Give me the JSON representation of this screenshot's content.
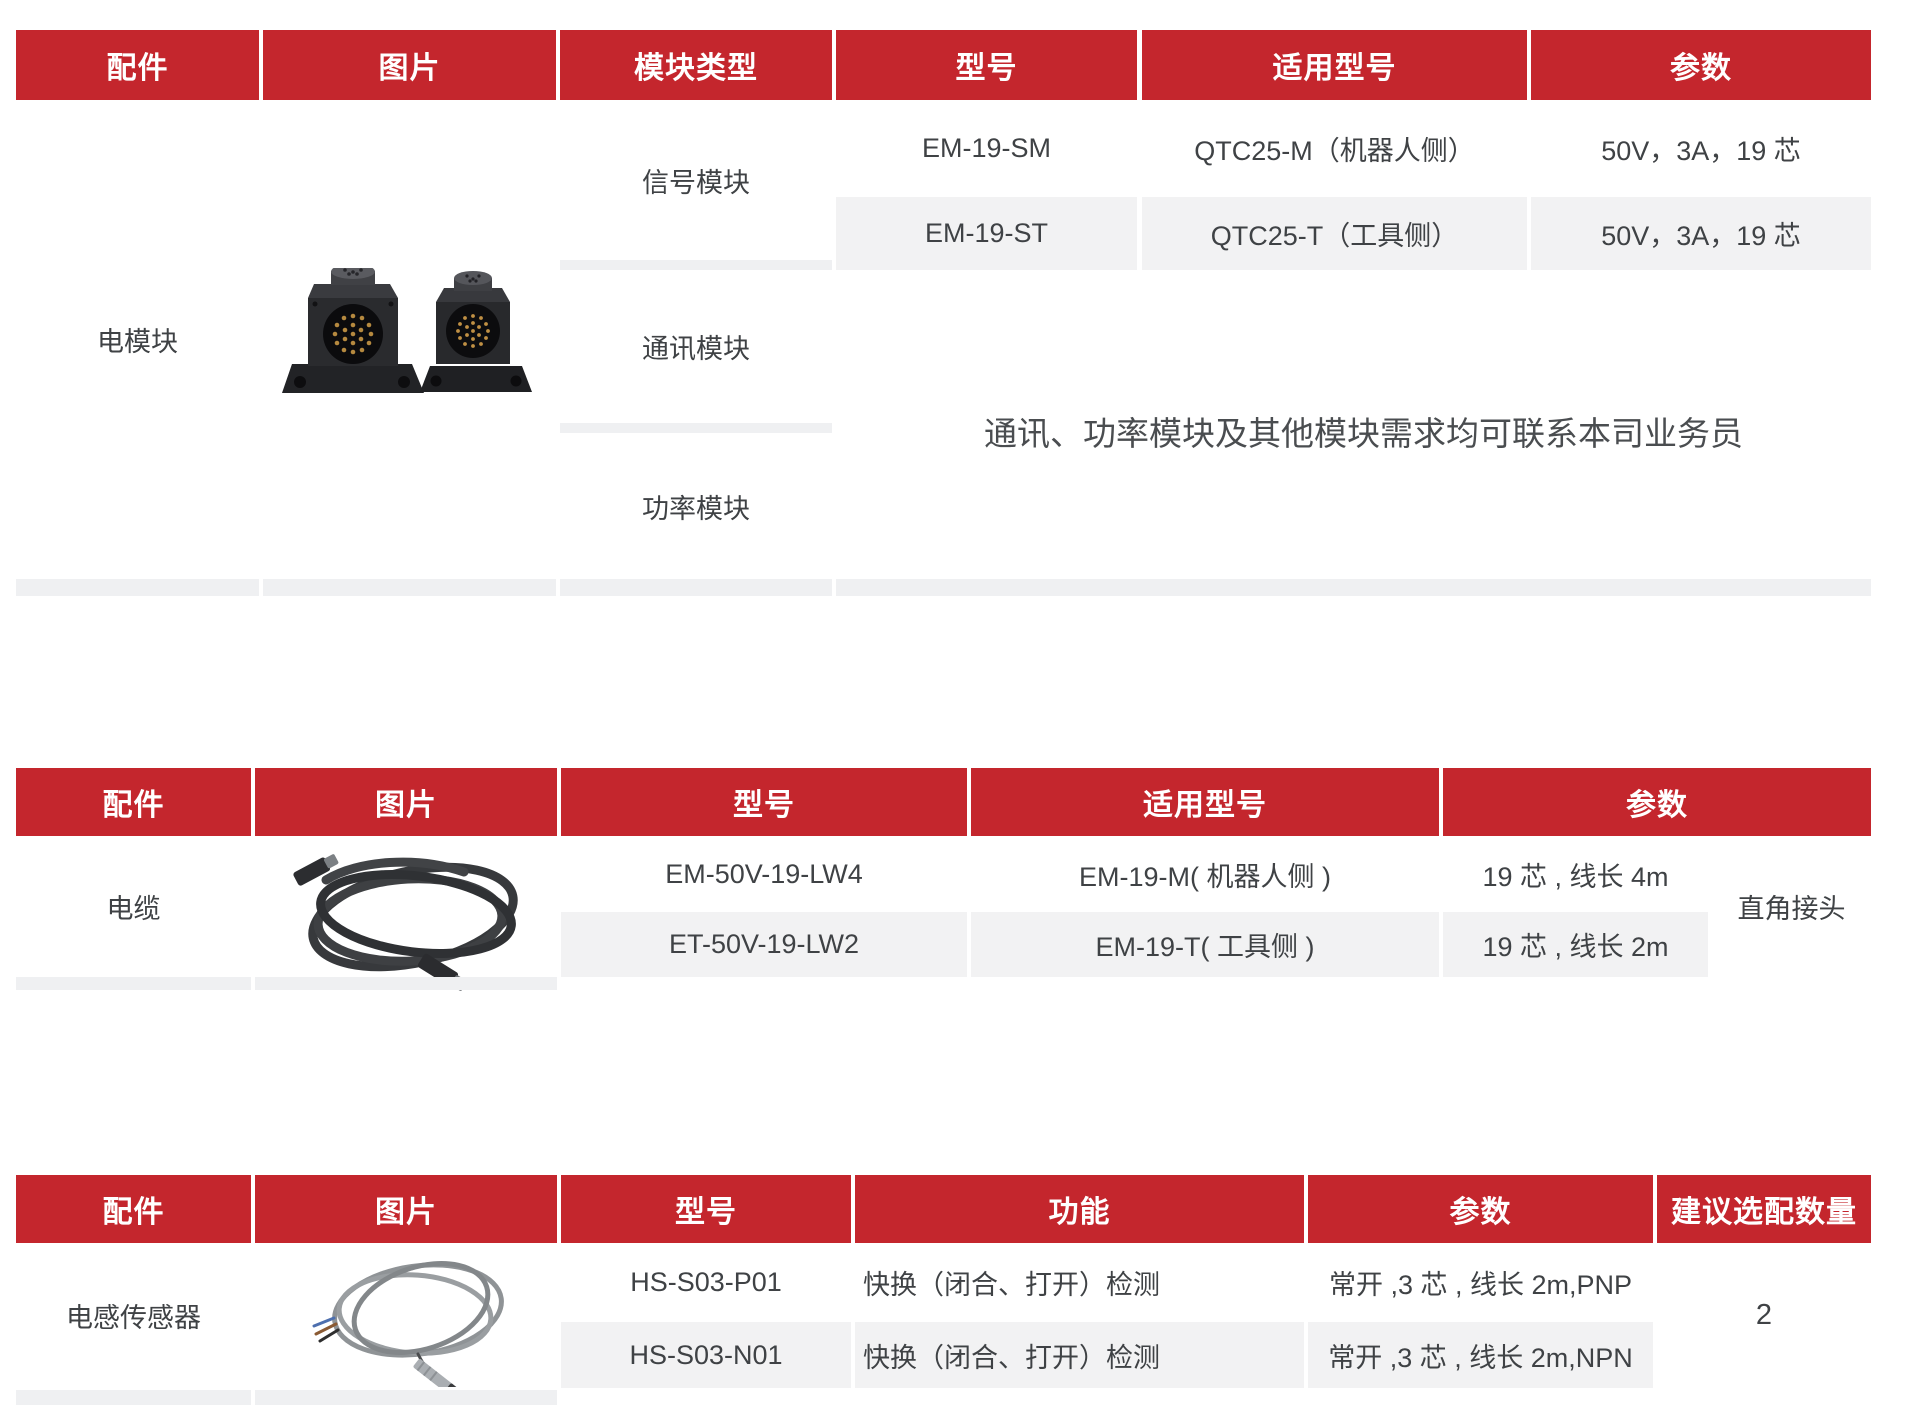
{
  "colors": {
    "header_bg": "#c4262d",
    "header_text": "#ffffff",
    "alt_row_bg": "#f2f2f3",
    "strip_bg": "#eff0f2",
    "body_text": "#3f4245"
  },
  "table1": {
    "headers": [
      "配件",
      "图片",
      "模块类型",
      "型号",
      "适用型号",
      "参数"
    ],
    "accessory": "电模块",
    "image_name": "electric-module-photo",
    "module_types": [
      "信号模块",
      "通讯模块",
      "功率模块"
    ],
    "rows": [
      {
        "model": "EM-19-SM",
        "applicable": "QTC25-M（机器人侧）",
        "params": "50V，3A，19 芯"
      },
      {
        "model": "EM-19-ST",
        "applicable": "QTC25-T（工具侧）",
        "params": "50V，3A，19 芯"
      }
    ],
    "notice": "通讯、功率模块及其他模块需求均可联系本司业务员"
  },
  "table2": {
    "headers": [
      "配件",
      "图片",
      "型号",
      "适用型号",
      "参数"
    ],
    "accessory": "电缆",
    "image_name": "cable-photo",
    "rows": [
      {
        "model": "EM-50V-19-LW4",
        "applicable": "EM-19-M( 机器人侧 )",
        "params": "19 芯 , 线长 4m"
      },
      {
        "model": "ET-50V-19-LW2",
        "applicable": "EM-19-T( 工具侧 )",
        "params": "19 芯 , 线长 2m"
      }
    ],
    "connector_note": "直角接头"
  },
  "table3": {
    "headers": [
      "配件",
      "图片",
      "型号",
      "功能",
      "参数",
      "建议选配数量"
    ],
    "accessory": "电感传感器",
    "image_name": "inductive-sensor-photo",
    "rows": [
      {
        "model": "HS-S03-P01",
        "function": "快换（闭合、打开）检测",
        "params": "常开 ,3 芯 , 线长 2m,PNP"
      },
      {
        "model": "HS-S03-N01",
        "function": "快换（闭合、打开）检测",
        "params": "常开 ,3 芯 , 线长 2m,NPN"
      }
    ],
    "suggested_qty": "2"
  }
}
